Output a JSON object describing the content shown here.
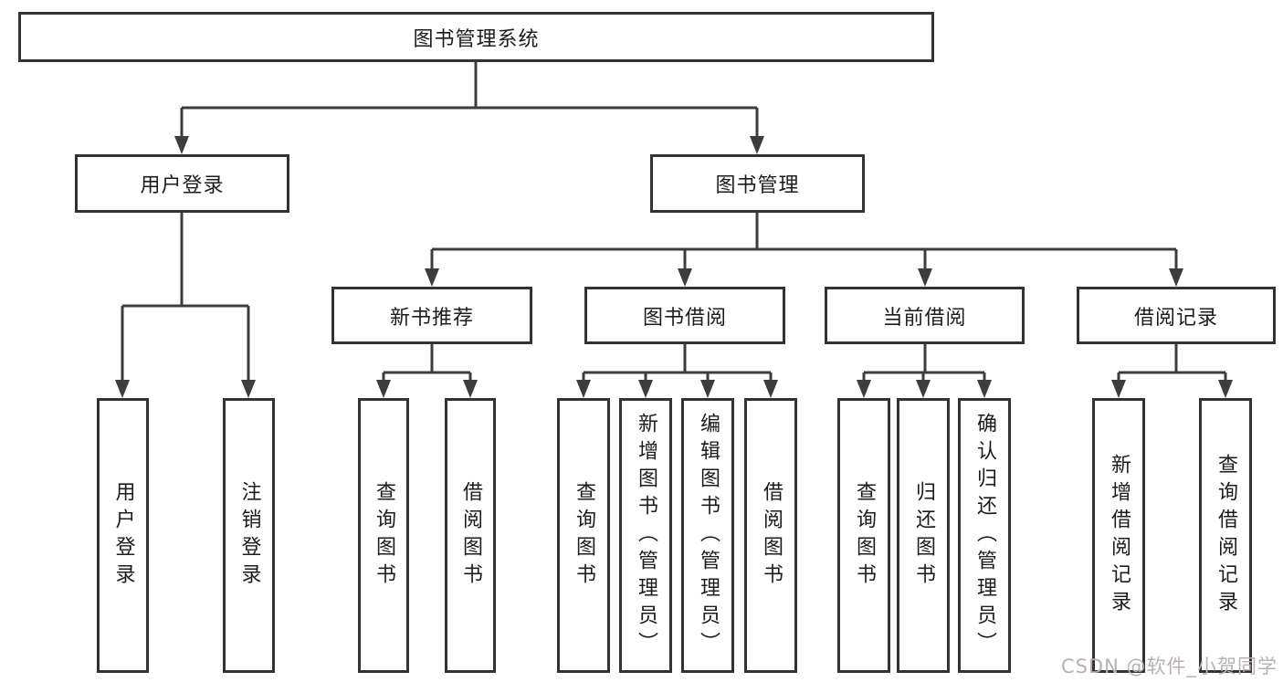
{
  "canvas": {
    "background_color": "#ffffff",
    "line_color": "#3d3d3d",
    "box_border_color": "#333333",
    "text_color": "#1c1c1c"
  },
  "tree": {
    "root": {
      "label": "图书管理系统"
    },
    "branches": [
      {
        "label": "用户登录",
        "children": [
          {
            "label": "用户登录"
          },
          {
            "label": "注销登录"
          }
        ]
      },
      {
        "label": "图书管理",
        "children": [
          {
            "label": "新书推荐",
            "children": [
              {
                "label": "查询图书"
              },
              {
                "label": "借阅图书"
              }
            ]
          },
          {
            "label": "图书借阅",
            "children": [
              {
                "label": "查询图书"
              },
              {
                "label": "新增图书（管理员）"
              },
              {
                "label": "编辑图书（管理员）"
              },
              {
                "label": "借阅图书"
              }
            ]
          },
          {
            "label": "当前借阅",
            "children": [
              {
                "label": "查询图书"
              },
              {
                "label": "归还图书"
              },
              {
                "label": "确认归还（管理员）"
              }
            ]
          },
          {
            "label": "借阅记录",
            "children": [
              {
                "label": "新增借阅记录"
              },
              {
                "label": "查询借阅记录"
              }
            ]
          }
        ]
      }
    ]
  },
  "watermark": {
    "text": "CSDN @软件_小贺同学",
    "color": "#b8b1b1"
  }
}
